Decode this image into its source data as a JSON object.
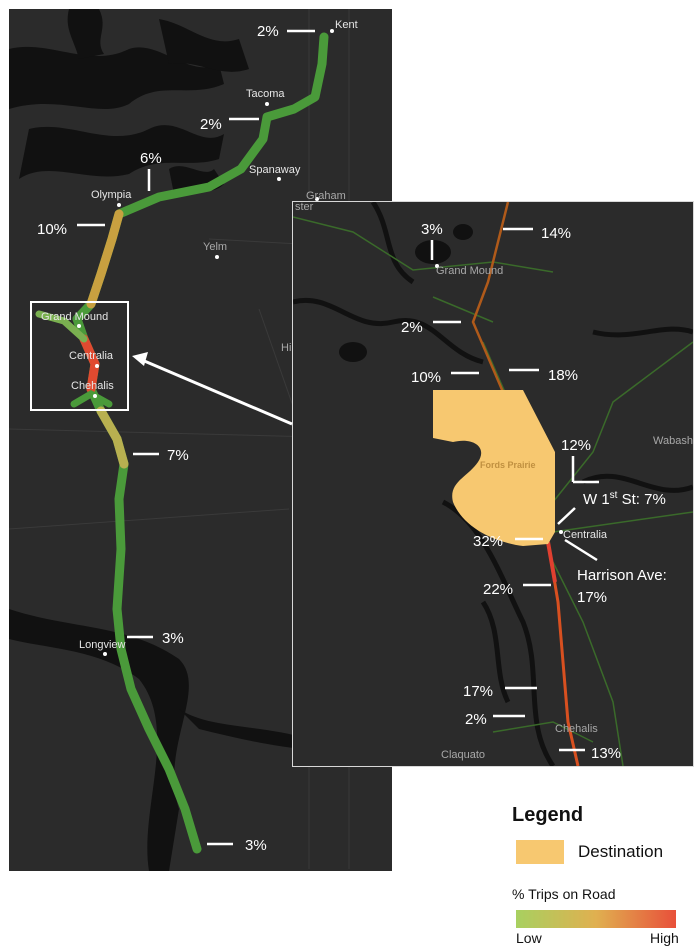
{
  "left_map": {
    "cities": [
      "Kent",
      "Tacoma",
      "Spanaway",
      "Graham",
      "Olympia",
      "Yelm",
      "Grand Mound",
      "Centralia",
      "Chehalis",
      "Longview",
      "Hill"
    ],
    "percent_labels": [
      "2%",
      "2%",
      "6%",
      "10%",
      "7%",
      "3%",
      "3%"
    ]
  },
  "inset_map": {
    "cities": [
      "Grand Mound",
      "Centralia",
      "Chehalis",
      "Fords Prairie",
      "Wabash",
      "Claquato",
      "ster"
    ],
    "percent_labels": [
      "3%",
      "14%",
      "2%",
      "10%",
      "18%",
      "12%",
      "32%",
      "22%",
      "17%",
      "2%",
      "13%"
    ],
    "street_labels": {
      "w1st_prefix": "W 1",
      "w1st_sup": "st",
      "w1st_suffix": " St: 7%",
      "harrison_line1": "Harrison Ave:",
      "harrison_line2": "17%"
    }
  },
  "legend": {
    "title": "Legend",
    "destination_label": "Destination",
    "scale_title": "% Trips on Road",
    "low_label": "Low",
    "high_label": "High"
  },
  "colors": {
    "map_background": "#2b2b2b",
    "water": "#101010",
    "destination": "#f7c870",
    "low": "#a8d060",
    "mid": "#e0b050",
    "high": "#e8503a",
    "route_green": "#4a9a3a"
  }
}
